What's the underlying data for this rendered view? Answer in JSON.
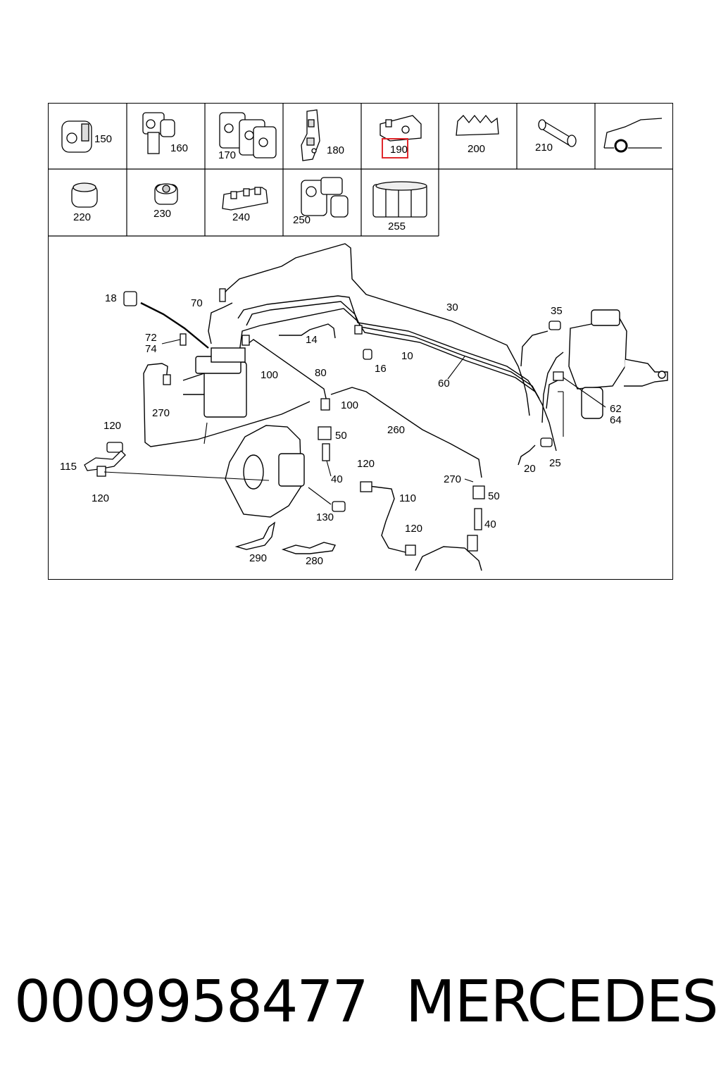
{
  "callouts": {
    "c150": "150",
    "c160": "160",
    "c170": "170",
    "c180": "180",
    "c190": "190",
    "c200": "200",
    "c210": "210",
    "c220": "220",
    "c230": "230",
    "c240": "240",
    "c250": "250",
    "c255": "255",
    "c18": "18",
    "c70": "70",
    "c72": "72",
    "c74": "74",
    "c30": "30",
    "c35": "35",
    "c14": "14",
    "c10": "10",
    "c16": "16",
    "c100a": "100",
    "c80": "80",
    "c60": "60",
    "c270a": "270",
    "c100b": "100",
    "c62": "62",
    "c64": "64",
    "c120a": "120",
    "c50a": "50",
    "c260": "260",
    "c115": "115",
    "c120b": "120",
    "c40a": "40",
    "c120c": "120",
    "c110": "110",
    "c270b": "270",
    "c50b": "50",
    "c20": "20",
    "c25": "25",
    "c130": "130",
    "c40b": "40",
    "c120d": "120",
    "c290": "290",
    "c280": "280"
  },
  "highlighted_callout": "190",
  "highlight_color": "#e0282c",
  "footer": {
    "part_number": "0009958477",
    "brand": "MERCEDES"
  }
}
